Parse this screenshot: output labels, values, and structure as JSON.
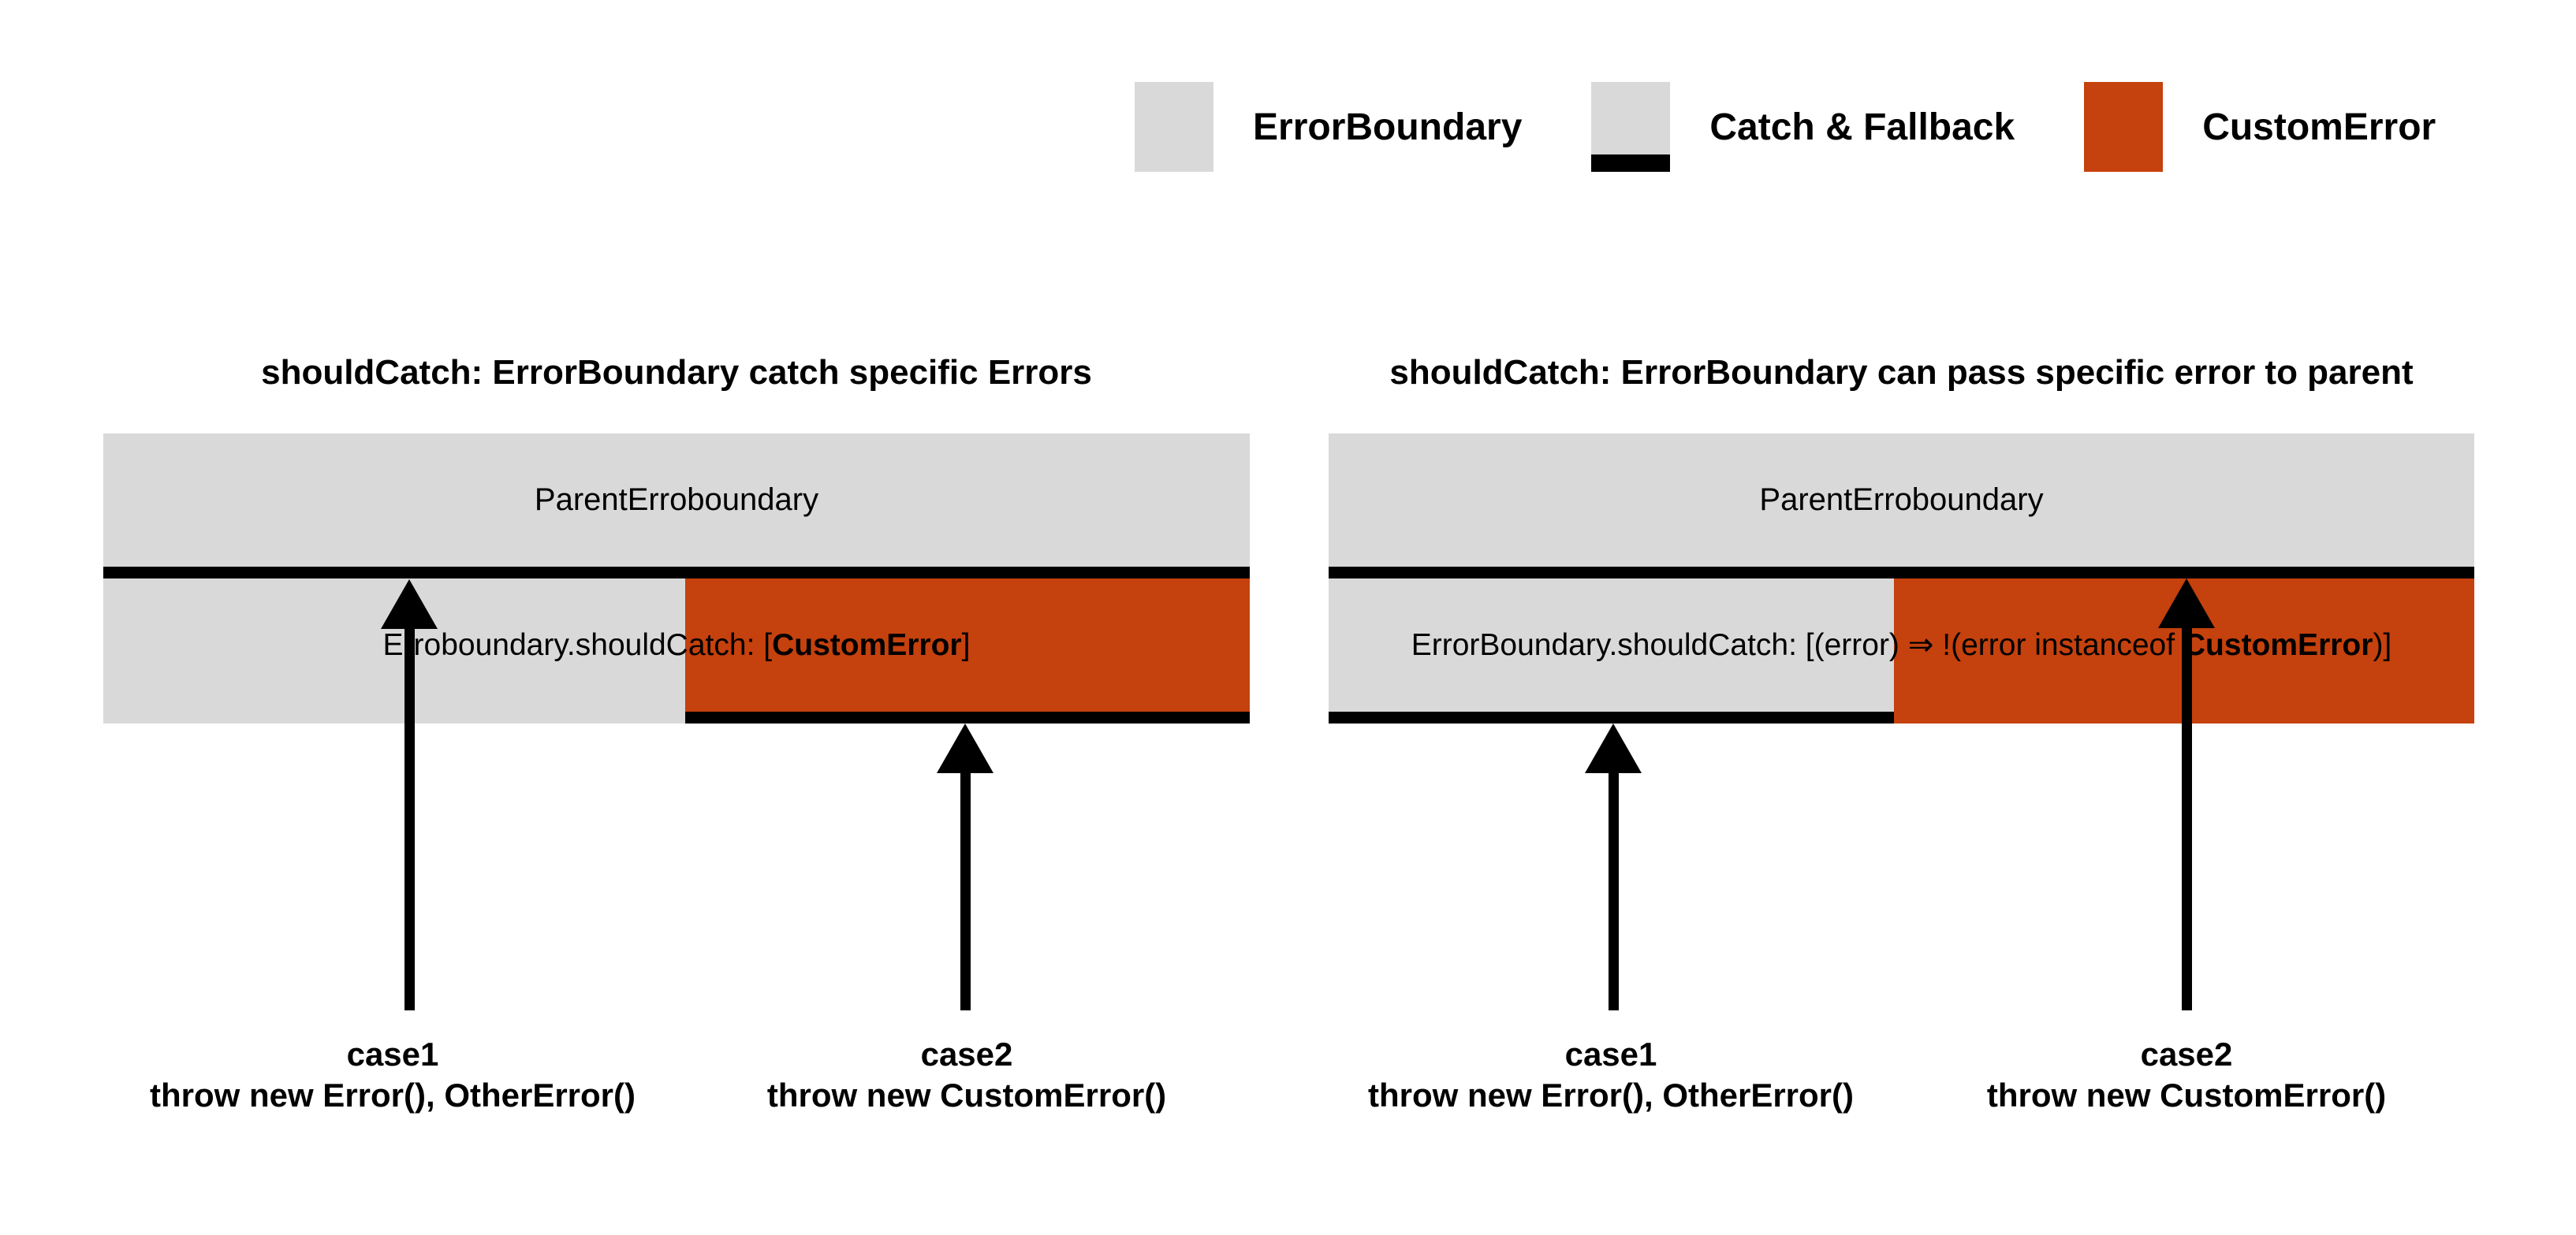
{
  "colors": {
    "boundary_gray": "#d9d9d9",
    "custom_error_orange": "#c5410d",
    "catch_black": "#000000",
    "background": "#ffffff",
    "text": "#000000"
  },
  "legend": {
    "items": [
      {
        "label": "ErrorBoundary"
      },
      {
        "label": "Catch & Fallback"
      },
      {
        "label": "CustomError"
      }
    ]
  },
  "left_diagram": {
    "title": "shouldCatch: ErrorBoundary catch specific Errors",
    "parent_label": "ParentErroboundary",
    "should_catch": {
      "prefix": "Erroboundary.shouldCatch: [",
      "bold": "CustomError",
      "suffix": "]"
    },
    "case1": {
      "name": "case1",
      "code": "throw new Error(), OtherError()"
    },
    "case2": {
      "name": "case2",
      "code": "throw new CustomError()"
    }
  },
  "right_diagram": {
    "title": "shouldCatch: ErrorBoundary can pass specific error to parent",
    "parent_label": "ParentErroboundary",
    "should_catch": {
      "prefix": "ErrorBoundary.shouldCatch: [(error) ⇒ !(error instanceof ",
      "bold": "CustomError",
      "suffix": ")]"
    },
    "case1": {
      "name": "case1",
      "code": "throw new Error(), OtherError()"
    },
    "case2": {
      "name": "case2",
      "code": "throw new CustomError()"
    }
  }
}
